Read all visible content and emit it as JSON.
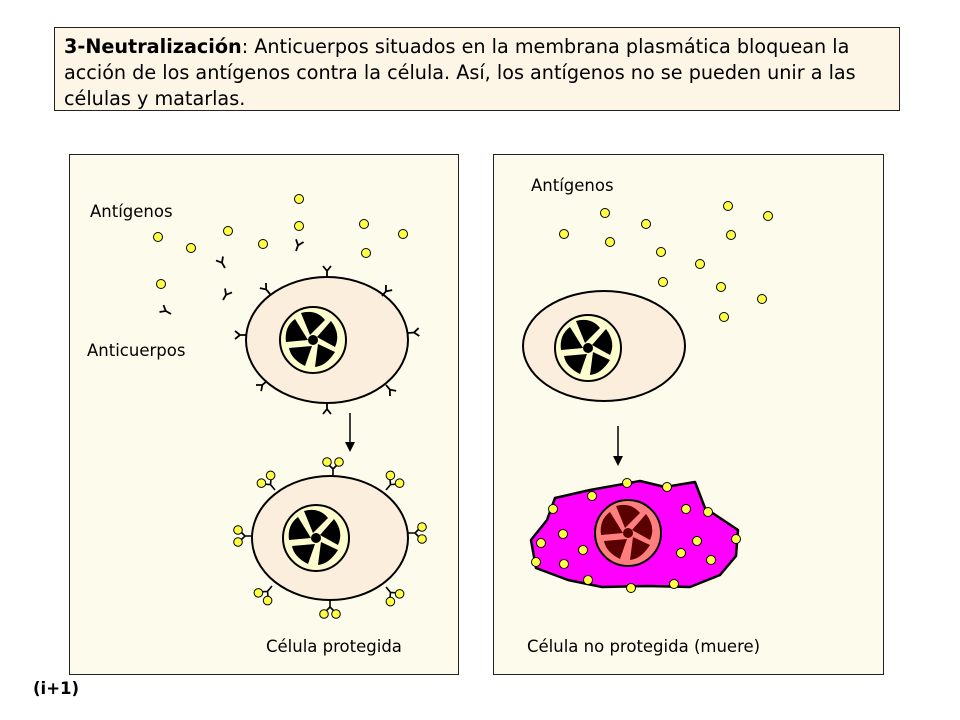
{
  "description": {
    "title": "3-Neutralización",
    "separator": ":",
    "text": " Anticuerpos situados en la membrana plasmática bloquean la acción de los antígenos contra la célula. Así, los antígenos no se pueden unir a las células y matarlas."
  },
  "left_panel": {
    "antigens_label": "Antígenos",
    "antibodies_label": "Anticuerpos",
    "caption": "Célula protegida"
  },
  "right_panel": {
    "antigens_label": "Antígenos",
    "caption": "Célula no protegida (muere)"
  },
  "footer": {
    "label": "(i+1)"
  },
  "colors": {
    "antigen": "#ffff44",
    "cell_cytoplasm": "#fbeedd",
    "nucleus": "#fdfccc",
    "dead_cell": "#ff00ff",
    "dead_nucleus": "#ff7f7f"
  }
}
